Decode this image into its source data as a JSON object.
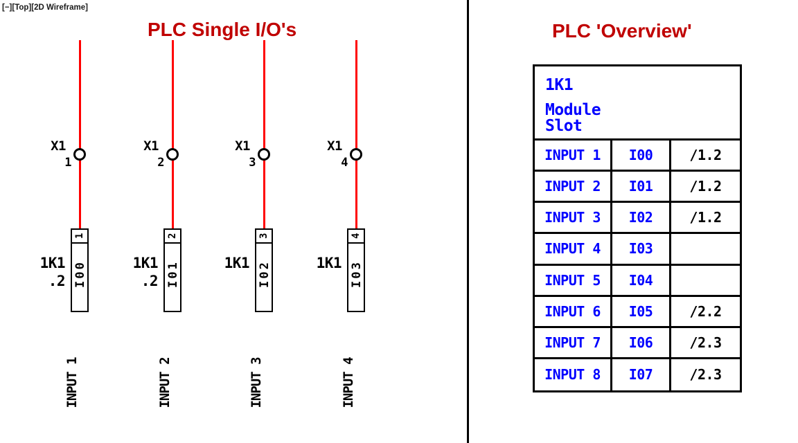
{
  "viewport": {
    "label": "[−][Top][2D Wireframe]"
  },
  "left_panel": {
    "title": "PLC Single I/O's",
    "wires": [
      {
        "terminal_strip": "X1",
        "terminal_pin": "1",
        "module_point": "1",
        "device_tag": "1K1",
        "line_ref": ".2",
        "address": "I00",
        "input_label": "INPUT 1"
      },
      {
        "terminal_strip": "X1",
        "terminal_pin": "2",
        "module_point": "2",
        "device_tag": "1K1",
        "line_ref": ".2",
        "address": "I01",
        "input_label": "INPUT 2"
      },
      {
        "terminal_strip": "X1",
        "terminal_pin": "3",
        "module_point": "3",
        "device_tag": "1K1",
        "line_ref": "",
        "address": "I02",
        "input_label": "INPUT 3"
      },
      {
        "terminal_strip": "X1",
        "terminal_pin": "4",
        "module_point": "4",
        "device_tag": "1K1",
        "line_ref": "",
        "address": "I03",
        "input_label": "INPUT 4"
      }
    ]
  },
  "right_panel": {
    "title": "PLC 'Overview'",
    "table": {
      "device_tag": "1K1",
      "header_line1": "Module",
      "header_line2": "Slot",
      "rows": [
        {
          "label": "INPUT 1",
          "address": "I00",
          "xref": "/1.2"
        },
        {
          "label": "INPUT 2",
          "address": "I01",
          "xref": "/1.2"
        },
        {
          "label": "INPUT 3",
          "address": "I02",
          "xref": "/1.2"
        },
        {
          "label": "INPUT 4",
          "address": "I03",
          "xref": ""
        },
        {
          "label": "INPUT 5",
          "address": "I04",
          "xref": ""
        },
        {
          "label": "INPUT 6",
          "address": "I05",
          "xref": "/2.2"
        },
        {
          "label": "INPUT 7",
          "address": "I06",
          "xref": "/2.3"
        },
        {
          "label": "INPUT 8",
          "address": "I07",
          "xref": "/2.3"
        }
      ]
    }
  },
  "colors": {
    "title_red": "#c00000",
    "wire_red": "#ff0000",
    "cad_blue": "#0000ff",
    "line_black": "#000000"
  }
}
